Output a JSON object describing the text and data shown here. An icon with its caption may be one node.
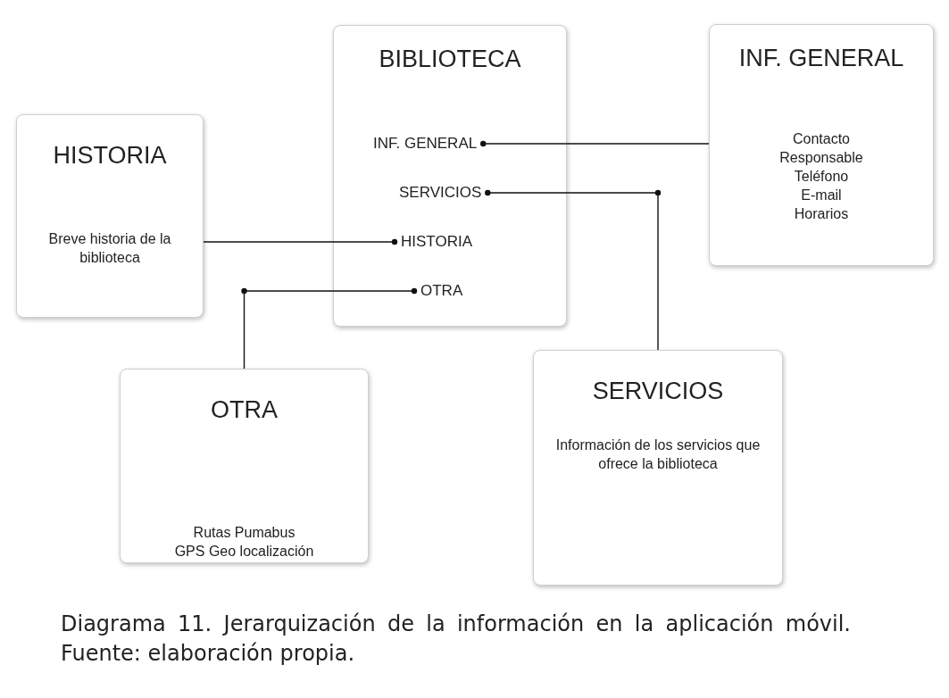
{
  "diagram": {
    "caption": "Diagrama 11. Jerarquización de la información en la aplicación móvil. Fuente: elaboración propia.",
    "nodes": [
      {
        "text": [
          "BIBLIOTECA"
        ]
      },
      {
        "text": [
          "INF. GENERAL"
        ],
        "in": 0
      },
      {
        "text": [
          "SERVICIOS"
        ],
        "in": 0
      },
      {
        "text": [
          "HISTORIA"
        ],
        "in": 0
      },
      {
        "text": [
          "OTRA"
        ],
        "in": 0
      },
      {
        "text": [
          "HISTORIA",
          "Breve historia de la biblioteca"
        ]
      },
      {
        "text": [
          "INF. GENERAL",
          "Contacto",
          "Responsable",
          "Teléfono",
          "E-mail",
          "Horarios"
        ]
      },
      {
        "text": [
          "OTRA",
          "Rutas Pumabus",
          "GPS Geo localización"
        ]
      },
      {
        "text": [
          "SERVICIOS",
          "Información de los servicios que ofrece la biblioteca"
        ]
      }
    ],
    "edges": [
      {
        "from": 1,
        "to": 6,
        "arrow": "other"
      },
      {
        "from": 2,
        "to": 8,
        "arrow": "other"
      },
      {
        "from": 3,
        "to": 5,
        "arrow": "other"
      },
      {
        "from": 4,
        "to": 7,
        "arrow": "other"
      }
    ]
  }
}
